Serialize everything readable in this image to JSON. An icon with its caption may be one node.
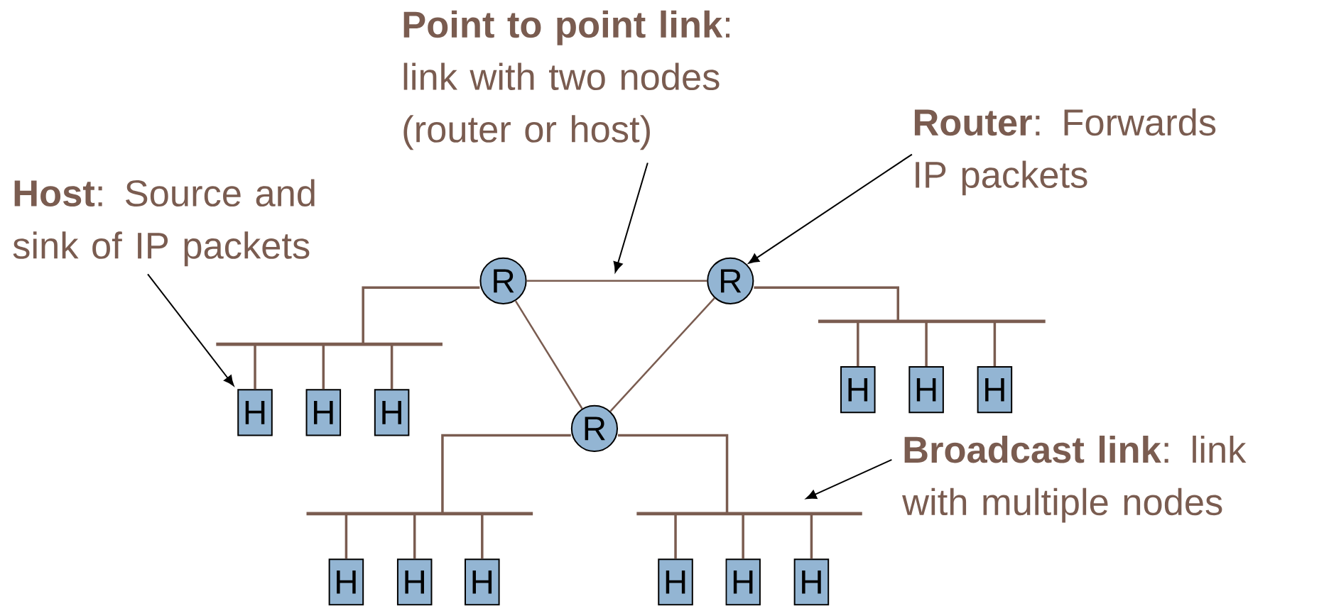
{
  "diagram": {
    "nodes": [
      {
        "text": [
          "**Point to point link**: link with two nodes (router or host)"
        ]
      },
      {
        "text": [
          "**Router**: Forwards IP packets"
        ]
      },
      {
        "text": [
          "**Host**: Source and sink of IP packets"
        ]
      },
      {
        "text": [
          "R"
        ]
      },
      {
        "text": [
          "R"
        ]
      },
      {
        "text": [],
        "shape": "bar"
      },
      {
        "text": [],
        "shape": "bar"
      },
      {
        "text": [
          "H"
        ]
      },
      {
        "text": [
          "H"
        ]
      },
      {
        "text": [
          "H"
        ]
      },
      {
        "text": [
          "H"
        ]
      },
      {
        "text": [
          "H"
        ]
      },
      {
        "text": [
          "H"
        ]
      },
      {
        "text": [
          "R"
        ]
      },
      {
        "text": [
          "**Broadcast link**: link with multiple nodes"
        ]
      },
      {
        "text": [],
        "shape": "bar"
      },
      {
        "text": [],
        "shape": "bar"
      },
      {
        "text": [
          "H"
        ]
      },
      {
        "text": [
          "H"
        ]
      },
      {
        "text": [
          "H"
        ]
      },
      {
        "text": [
          "H"
        ]
      },
      {
        "text": [
          "H"
        ]
      },
      {
        "text": [
          "H"
        ]
      }
    ],
    "edges": [
      {
        "from": 0,
        "to": null,
        "arrow": "to",
        "color": "#000000"
      },
      {
        "from": 1,
        "to": 4,
        "arrow": "to",
        "color": "#000000"
      },
      {
        "from": 2,
        "to": 7,
        "arrow": "to",
        "color": "#000000"
      },
      {
        "from": 14,
        "to": 16,
        "arrow": "to",
        "color": "#000000"
      },
      {
        "from": 3,
        "to": 4,
        "arrow": "none"
      },
      {
        "from": 3,
        "to": 13,
        "arrow": "none"
      },
      {
        "from": 4,
        "to": 13,
        "arrow": "none"
      },
      {
        "from": 3,
        "to": 5,
        "arrow": "none"
      },
      {
        "from": 4,
        "to": 6,
        "arrow": "none"
      },
      {
        "from": 13,
        "to": 15,
        "arrow": "none"
      },
      {
        "from": 13,
        "to": 16,
        "arrow": "none"
      },
      {
        "from": 5,
        "to": 7,
        "arrow": "none"
      },
      {
        "from": 5,
        "to": 8,
        "arrow": "none"
      },
      {
        "from": 5,
        "to": 9,
        "arrow": "none"
      },
      {
        "from": 6,
        "to": 10,
        "arrow": "none"
      },
      {
        "from": 6,
        "to": 11,
        "arrow": "none"
      },
      {
        "from": 6,
        "to": 12,
        "arrow": "none"
      },
      {
        "from": 15,
        "to": 17,
        "arrow": "none"
      },
      {
        "from": 15,
        "to": 18,
        "arrow": "none"
      },
      {
        "from": 15,
        "to": 19,
        "arrow": "none"
      },
      {
        "from": 16,
        "to": 20,
        "arrow": "none"
      },
      {
        "from": 16,
        "to": 21,
        "arrow": "none"
      },
      {
        "from": 16,
        "to": 22,
        "arrow": "none"
      }
    ]
  }
}
